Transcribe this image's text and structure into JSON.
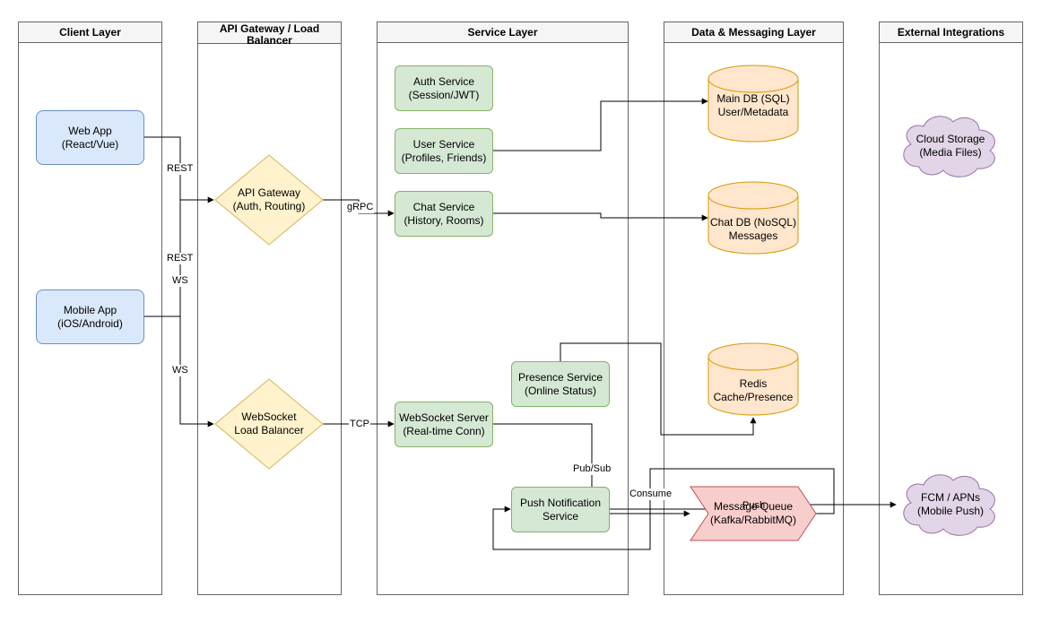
{
  "lanes": {
    "client": "Client Layer",
    "gateway": "API Gateway / Load Balancer",
    "service": "Service Layer",
    "data": "Data & Messaging Layer",
    "external": "External Integrations"
  },
  "nodes": {
    "web_app": {
      "line1": "Web App",
      "line2": "(React/Vue)"
    },
    "mobile_app": {
      "line1": "Mobile App",
      "line2": "(iOS/Android)"
    },
    "api_gateway": {
      "line1": "API Gateway",
      "line2": "(Auth, Routing)"
    },
    "ws_lb": {
      "line1": "WebSocket",
      "line2": "Load Balancer"
    },
    "auth_service": {
      "line1": "Auth Service",
      "line2": "(Session/JWT)"
    },
    "user_service": {
      "line1": "User Service",
      "line2": "(Profiles, Friends)"
    },
    "chat_service": {
      "line1": "Chat Service",
      "line2": "(History, Rooms)"
    },
    "presence_service": {
      "line1": "Presence Service",
      "line2": "(Online Status)"
    },
    "ws_server": {
      "line1": "WebSocket Server",
      "line2": "(Real-time Conn)"
    },
    "push_service": {
      "line1": "Push Notification",
      "line2": "Service"
    },
    "main_db": {
      "line1": "Main DB (SQL)",
      "line2": "User/Metadata"
    },
    "chat_db": {
      "line1": "Chat DB (NoSQL)",
      "line2": "Messages"
    },
    "redis": {
      "line1": "Redis",
      "line2": "Cache/Presence"
    },
    "mq": {
      "line1": "Message Queue",
      "line2": "(Kafka/RabbitMQ)"
    },
    "cloud_storage": {
      "line1": "Cloud Storage",
      "line2": "(Media Files)"
    },
    "fcm": {
      "line1": "FCM / APNs",
      "line2": "(Mobile Push)"
    }
  },
  "edge_labels": {
    "rest_web": "REST",
    "rest_mobile": "REST",
    "ws_web": "WS",
    "ws_mobile": "WS",
    "grpc": "gRPC",
    "tcp": "TCP",
    "pubsub": "Pub/Sub",
    "consume": "Consume",
    "push": "Push"
  },
  "colors": {
    "client_fill": "#dae8fc",
    "service_fill": "#d5e8d4",
    "gateway_fill": "#fff2cc",
    "db_fill": "#ffe6cc",
    "mq_fill": "#f8cecc",
    "external_fill": "#e1d5e7"
  }
}
